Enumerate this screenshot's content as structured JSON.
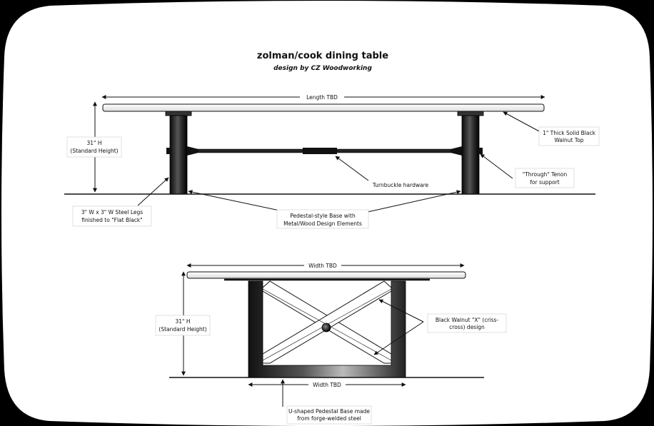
{
  "title": "zolman/cook dining table",
  "subtitle": "design by CZ Woodworking",
  "side_view": {
    "length_dim": "Length TBD",
    "height_dim": [
      "31\" H",
      "(Standard Height)"
    ],
    "top_note": [
      "1\" Thick Solid Black",
      "Walnut Top"
    ],
    "tenon_note": [
      "\"Through\" Tenon",
      "for support"
    ],
    "turnbuckle_note": "Turnbuckle hardware",
    "legs_note": [
      "3\" W x 3\" W Steel Legs",
      "finished to \"Flat Black\""
    ],
    "base_note": [
      "Pedestal-style Base with",
      "Metal/Wood Design Elements"
    ]
  },
  "end_view": {
    "width_top_dim": "Width TBD",
    "width_base_dim": "Width TBD",
    "height_dim": [
      "31\" H",
      "(Standard Height)"
    ],
    "x_note": [
      "Black Walnut \"X\" (criss-",
      "cross) design"
    ],
    "base_note": [
      "U-shaped Pedestal Base made",
      "from forge-welded steel"
    ]
  }
}
